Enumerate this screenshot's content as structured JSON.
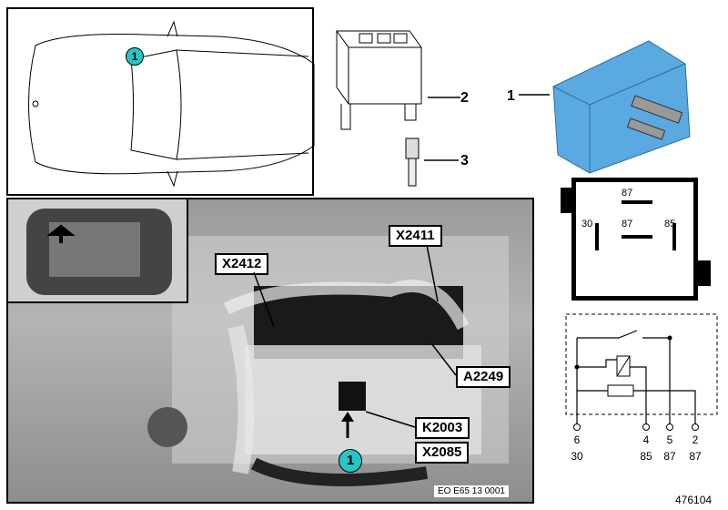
{
  "car_badge": "1",
  "photo": {
    "labels": {
      "x2412": "X2412",
      "x2411": "X2411",
      "a2249": "A2249",
      "k2003": "K2003",
      "x2085": "X2085"
    },
    "badge": "1",
    "eo_code": "EO E65 13 0001"
  },
  "callouts": {
    "relay": "1",
    "socket": "2",
    "terminal": "3"
  },
  "relay_symbol": {
    "pin_top": "87",
    "pin_left": "30",
    "pin_center": "87",
    "pin_right": "85"
  },
  "schematic": {
    "pins": [
      {
        "num": "6",
        "term": "30"
      },
      {
        "num": "4",
        "term": "85"
      },
      {
        "num": "5",
        "term": "87"
      },
      {
        "num": "2",
        "term": "87"
      }
    ]
  },
  "document_number": "476104",
  "colors": {
    "badge": "#29c4c4",
    "relay_body": "#5aa9e0"
  }
}
